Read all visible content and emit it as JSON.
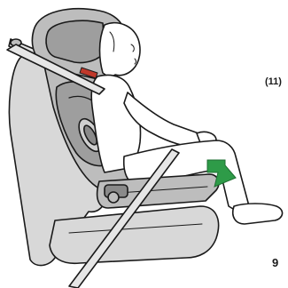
{
  "labels": {
    "step_reference": "(11)",
    "page_number": "9"
  },
  "illustration": {
    "subject": "child-seat-installed-on-vehicle-seat",
    "arrow_color": "#2e9b48",
    "line_color": "#1a1a1a",
    "seat_fill": "#d8d8d8",
    "shell_fill": "#bdbdbd",
    "padding_fill": "#9e9e9e"
  }
}
